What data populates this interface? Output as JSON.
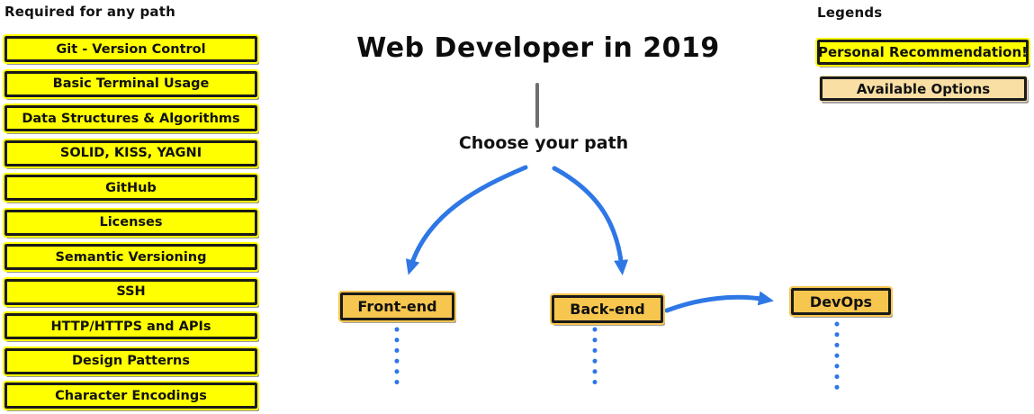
{
  "left_panel": {
    "heading": "Required for any path",
    "items": [
      "Git - Version Control",
      "Basic Terminal Usage",
      "Data Structures & Algorithms",
      "SOLID, KISS, YAGNI",
      "GitHub",
      "Licenses",
      "Semantic Versioning",
      "SSH",
      "HTTP/HTTPS and APIs",
      "Design Patterns",
      "Character Encodings"
    ]
  },
  "center": {
    "title": "Web Developer in 2019",
    "subtitle": "Choose your path",
    "paths": [
      {
        "label": "Front-end"
      },
      {
        "label": "Back-end"
      },
      {
        "label": "DevOps"
      }
    ]
  },
  "legend": {
    "heading": "Legends",
    "items": [
      {
        "label": "Personal Recommendation!",
        "color": "#ffff00"
      },
      {
        "label": "Available Options",
        "color": "#f9dfa4"
      }
    ]
  },
  "colors": {
    "required_box_fill": "#ffff00",
    "path_box_fill": "#f7c64f",
    "available_options_fill": "#f9dfa4",
    "box_border": "#1a1a1a",
    "arrow_blue": "#2e77e5",
    "start_line_gray": "#6e6e6e",
    "text": "#111111",
    "background": "#ffffff"
  }
}
